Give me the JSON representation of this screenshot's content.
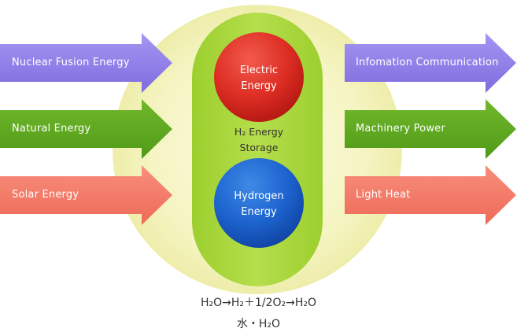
{
  "inputs": {
    "nuclear": "Nuclear Fusion Energy",
    "natural": "Natural Energy",
    "solar": "Solar Energy"
  },
  "outputs": {
    "info": "Infomation Communication",
    "machinery": "Machinery Power",
    "light_heat": "Light  Heat"
  },
  "center": {
    "electric": "Electric\nEnergy",
    "storage": "H₂ Energy\nStorage",
    "hydrogen": "Hydrogen\nEnergy"
  },
  "formula": {
    "reaction": "H₂O→H₂＋1/2O₂→H₂O",
    "water": "水・H₂O"
  },
  "colors": {
    "purple": "#8f7ee8",
    "green": "#5ea81f",
    "salmon": "#f47a68",
    "glow": "#f4f3b5",
    "pill": "#a8d63a",
    "electric": "#e0332a",
    "hydrogen": "#1f66d0"
  }
}
